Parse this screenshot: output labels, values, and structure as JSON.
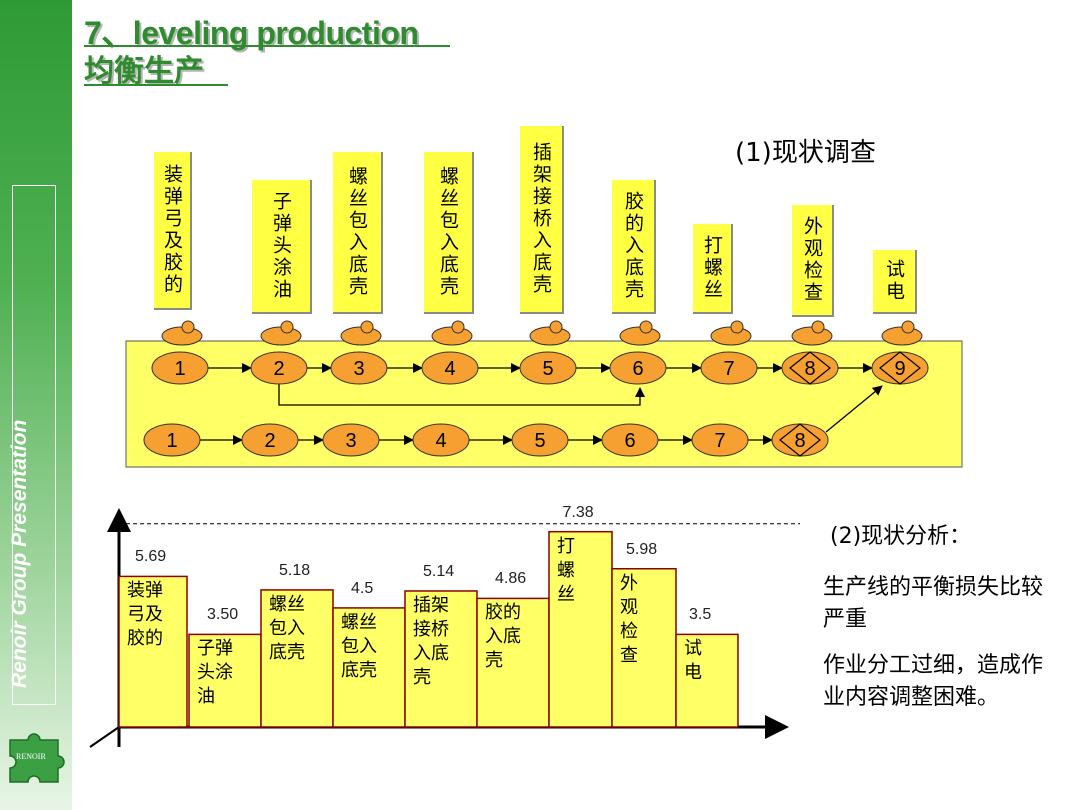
{
  "sidebar": {
    "vertical_text": "Renoir Group Presentation",
    "logo_text": "RENOIR"
  },
  "title": {
    "en": "7、leveling production",
    "cn": "均衡生产"
  },
  "section1_label": "(1)现状调查",
  "process_tags": [
    "装弹弓及胶的",
    "子弹头涂油",
    "螺丝包入底壳",
    "螺丝包入底壳",
    "插架接桥入底壳",
    "胶的入底壳",
    "打螺丝",
    "外观检查",
    "试电"
  ],
  "line1_nodes": [
    "1",
    "2",
    "3",
    "4",
    "5",
    "6",
    "7",
    "8",
    "9"
  ],
  "line2_nodes": [
    "1",
    "2",
    "3",
    "4",
    "5",
    "6",
    "7",
    "8"
  ],
  "section2_label": "(2)现状分析：",
  "analysis_notes": [
    "生产线的平衡损失比较严重",
    "作业分工过细，造成作业内容调整困难。"
  ],
  "chart_data": {
    "type": "bar",
    "categories": [
      "装弹弓及胶的",
      "子弹头涂油",
      "螺丝包入底壳",
      "螺丝包入底壳",
      "插架接桥入底壳",
      "胶的入底壳",
      "打螺丝",
      "外观检查",
      "试电"
    ],
    "values": [
      5.69,
      3.5,
      5.18,
      4.5,
      5.14,
      4.86,
      7.38,
      5.98,
      3.5
    ],
    "value_labels": [
      "5.69",
      "3.50",
      "5.18",
      "4.5",
      "5.14",
      "4.86",
      "7.38",
      "5.98",
      "3.5"
    ],
    "bar_labels": [
      "装弹\n弓及\n胶的",
      "子弹\n头涂\n油",
      "螺丝\n包入\n底壳",
      "螺丝\n包入\n底壳",
      "插架\n接桥\n入底\n壳",
      "胶的\n入底\n壳",
      "打\n螺\n丝",
      "外\n观\n检\n查",
      "试\n电"
    ],
    "reference_line": 7.38,
    "ylim": [
      0,
      8.2
    ],
    "bar_color": "#ffff66",
    "bar_border": "#8b0000"
  },
  "colors": {
    "node_fill": "#f5a030",
    "panel_fill": "#ffff66",
    "title_green": "#2e8b2e"
  }
}
